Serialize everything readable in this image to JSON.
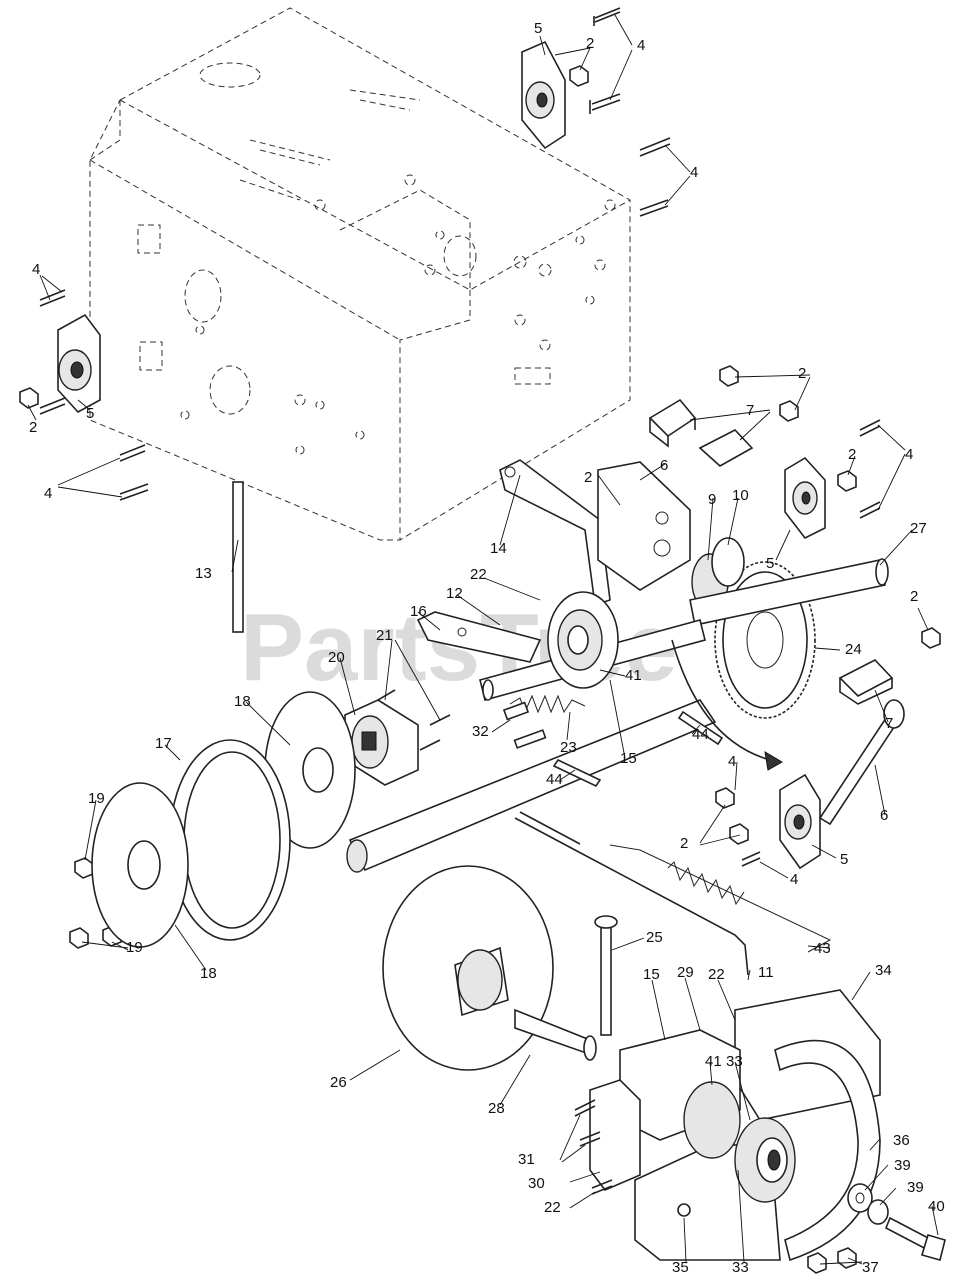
{
  "watermark": {
    "text": "PartsTree",
    "mark": "™"
  },
  "callouts": [
    {
      "id": "c5a",
      "text": "5"
    },
    {
      "id": "c2a",
      "text": "2"
    },
    {
      "id": "c4a",
      "text": "4"
    },
    {
      "id": "c4b",
      "text": "4"
    },
    {
      "id": "c4c",
      "text": "4"
    },
    {
      "id": "c5b",
      "text": "5"
    },
    {
      "id": "c2b",
      "text": "2"
    },
    {
      "id": "c4d",
      "text": "4"
    },
    {
      "id": "c2c",
      "text": "2"
    },
    {
      "id": "c7a",
      "text": "7"
    },
    {
      "id": "c6a",
      "text": "6"
    },
    {
      "id": "c2d",
      "text": "2"
    },
    {
      "id": "c9",
      "text": "9"
    },
    {
      "id": "c10",
      "text": "10"
    },
    {
      "id": "c4e",
      "text": "4"
    },
    {
      "id": "c2e",
      "text": "2"
    },
    {
      "id": "c5c",
      "text": "5"
    },
    {
      "id": "c27",
      "text": "27"
    },
    {
      "id": "c14",
      "text": "14"
    },
    {
      "id": "c13",
      "text": "13"
    },
    {
      "id": "c22a",
      "text": "22"
    },
    {
      "id": "c12",
      "text": "12"
    },
    {
      "id": "c16",
      "text": "16"
    },
    {
      "id": "c21",
      "text": "21"
    },
    {
      "id": "c20",
      "text": "20"
    },
    {
      "id": "c41a",
      "text": "41"
    },
    {
      "id": "c2f",
      "text": "2"
    },
    {
      "id": "c24",
      "text": "24"
    },
    {
      "id": "c7b",
      "text": "7"
    },
    {
      "id": "c18a",
      "text": "18"
    },
    {
      "id": "c32",
      "text": "32"
    },
    {
      "id": "c23",
      "text": "23"
    },
    {
      "id": "c15a",
      "text": "15"
    },
    {
      "id": "c44a",
      "text": "44"
    },
    {
      "id": "c17",
      "text": "17"
    },
    {
      "id": "c4f",
      "text": "4"
    },
    {
      "id": "c6b",
      "text": "6"
    },
    {
      "id": "c19a",
      "text": "19"
    },
    {
      "id": "c44b",
      "text": "44"
    },
    {
      "id": "c2g",
      "text": "2"
    },
    {
      "id": "c5d",
      "text": "5"
    },
    {
      "id": "c4g",
      "text": "4"
    },
    {
      "id": "c18b",
      "text": "18"
    },
    {
      "id": "c19b",
      "text": "19"
    },
    {
      "id": "c25",
      "text": "25"
    },
    {
      "id": "c43",
      "text": "43"
    },
    {
      "id": "c11",
      "text": "11"
    },
    {
      "id": "c34",
      "text": "34"
    },
    {
      "id": "c15b",
      "text": "15"
    },
    {
      "id": "c29",
      "text": "29"
    },
    {
      "id": "c22b",
      "text": "22"
    },
    {
      "id": "c41b",
      "text": "41"
    },
    {
      "id": "c33a",
      "text": "33"
    },
    {
      "id": "c26",
      "text": "26"
    },
    {
      "id": "c28",
      "text": "28"
    },
    {
      "id": "c36",
      "text": "36"
    },
    {
      "id": "c31",
      "text": "31"
    },
    {
      "id": "c39a",
      "text": "39"
    },
    {
      "id": "c30",
      "text": "30"
    },
    {
      "id": "c39b",
      "text": "39"
    },
    {
      "id": "c40",
      "text": "40"
    },
    {
      "id": "c22c",
      "text": "22"
    },
    {
      "id": "c35",
      "text": "35"
    },
    {
      "id": "c33b",
      "text": "33"
    },
    {
      "id": "c37",
      "text": "37"
    }
  ]
}
